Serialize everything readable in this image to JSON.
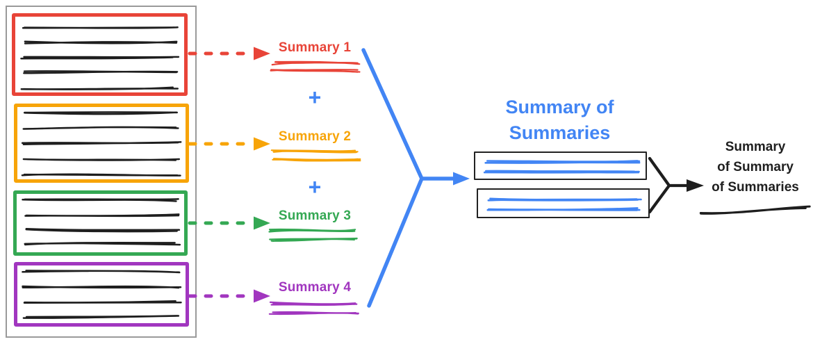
{
  "colors": {
    "red": "#E84438",
    "orange": "#F7A408",
    "green": "#34A853",
    "purple": "#A136BF",
    "blue": "#4285F4",
    "ink": "#1E1E1E",
    "panel_border": "#9A9A9A"
  },
  "source_panel": {
    "chunks": [
      {
        "name": "chunk-1",
        "color": "red",
        "scribble_line_count": 5
      },
      {
        "name": "chunk-2",
        "color": "orange",
        "scribble_line_count": 5
      },
      {
        "name": "chunk-3",
        "color": "green",
        "scribble_line_count": 4
      },
      {
        "name": "chunk-4",
        "color": "purple",
        "scribble_line_count": 4
      }
    ]
  },
  "summaries": [
    {
      "label": "Summary 1",
      "color": "red"
    },
    {
      "label": "Summary 2",
      "color": "orange"
    },
    {
      "label": "Summary 3",
      "color": "green"
    },
    {
      "label": "Summary 4",
      "color": "purple"
    }
  ],
  "operators": {
    "plus": "+"
  },
  "summary_of_summaries": {
    "title": "Summary of Summaries",
    "color": "blue",
    "chunk_count": 2
  },
  "final_summary": {
    "lines": [
      "Summary",
      "of Summary",
      "of Summaries"
    ]
  }
}
